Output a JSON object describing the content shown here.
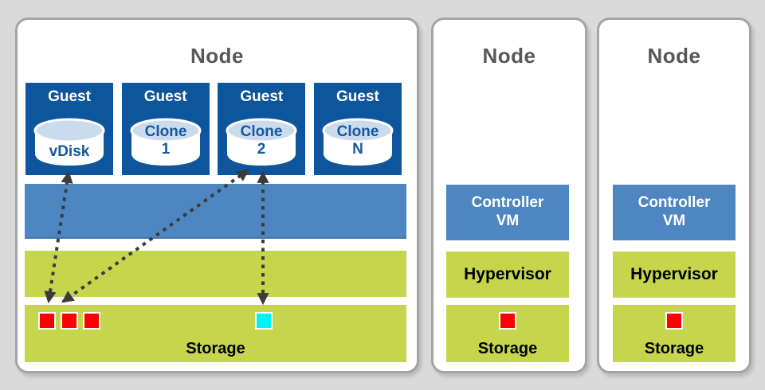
{
  "canvas": {
    "background": "#dadada"
  },
  "colors": {
    "guest_blue": "#0d569e",
    "layer_blue": "#4d86c0",
    "layer_green": "#c5d64d",
    "disk_top_blue": "#c9dbed",
    "disk_text_blue": "#15599e",
    "block_red": "#ff0000",
    "block_cyan": "#00f2f2",
    "arrow_gray": "#3b3b3b",
    "title_gray": "#575757"
  },
  "nodes": [
    {
      "title": "Node",
      "guests": [
        {
          "label": "Guest",
          "disk_line1": "vDisk",
          "disk_line2": ""
        },
        {
          "label": "Guest",
          "disk_line1": "Clone",
          "disk_line2": "1"
        },
        {
          "label": "Guest",
          "disk_line1": "Clone",
          "disk_line2": "2"
        },
        {
          "label": "Guest",
          "disk_line1": "Clone",
          "disk_line2": "N"
        }
      ],
      "storage_label": "Storage",
      "storage_blocks": [
        "#ff0000",
        "#ff0000",
        "#ff0000",
        "#00f2f2"
      ]
    },
    {
      "title": "Node",
      "controller_label": "Controller\nVM",
      "hypervisor_label": "Hypervisor",
      "storage_label": "Storage",
      "storage_blocks": [
        "#ff0000"
      ]
    },
    {
      "title": "Node",
      "controller_label": "Controller\nVM",
      "hypervisor_label": "Hypervisor",
      "storage_label": "Storage",
      "storage_blocks": [
        "#ff0000"
      ]
    }
  ]
}
